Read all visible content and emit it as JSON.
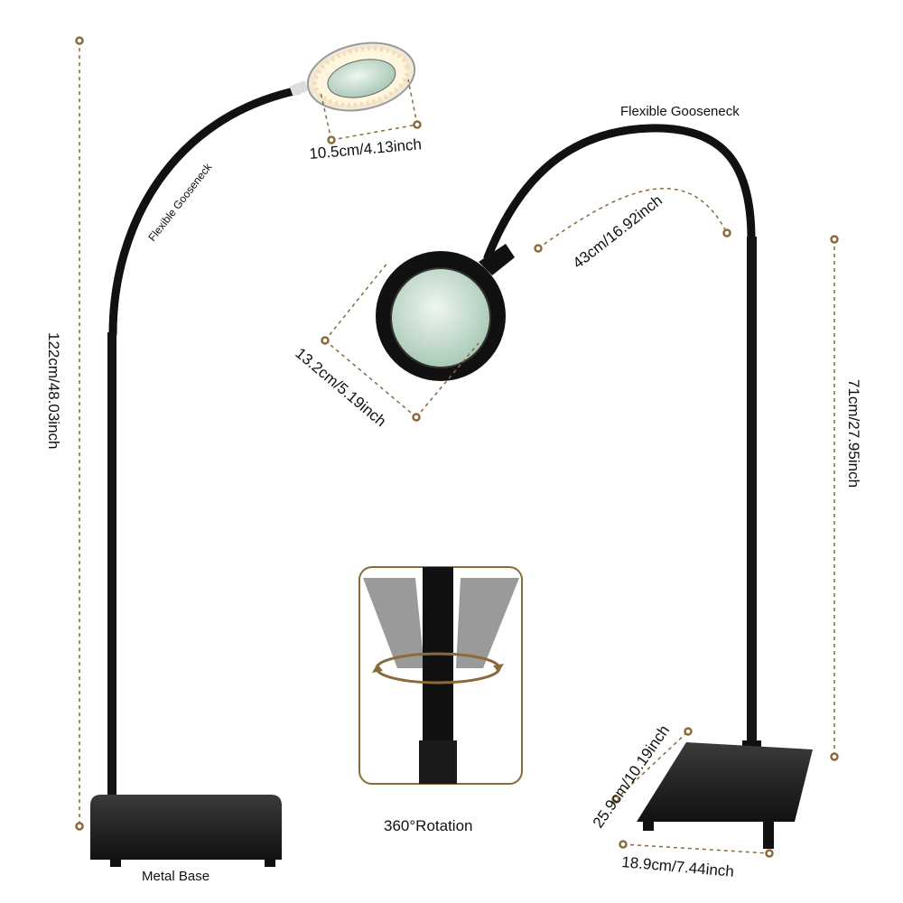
{
  "labels": {
    "left_lens_diameter": "10.5cm/4.13inch",
    "left_gooseneck": "Flexible Gooseneck",
    "left_height": "122cm/48.03inch",
    "metal_base": "Metal  Base",
    "right_gooseneck": "Flexible Gooseneck",
    "gooseneck_length": "43cm/16.92inch",
    "right_lens_diameter": "13.2cm/5.19inch",
    "right_height": "71cm/27.95inch",
    "rotation": "360°Rotation",
    "base_depth": "25.9cm/10.19inch",
    "base_width": "18.9cm/7.44inch"
  },
  "colors": {
    "dimension_line": "#8a6a3a",
    "lamp_body": "#111111",
    "lens": "#cfe3d6",
    "led_ring": "#fff3da"
  }
}
